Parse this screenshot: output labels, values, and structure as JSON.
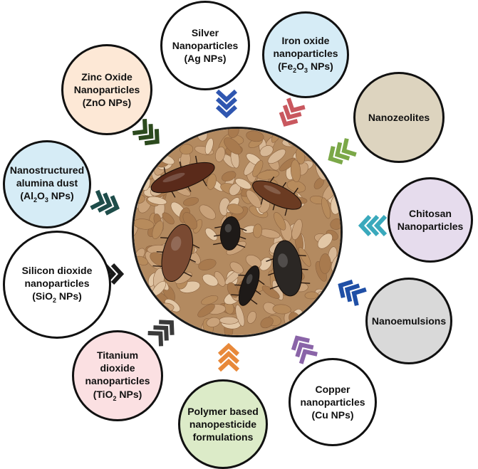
{
  "center": {
    "grain_colors": [
      "#c9a27a",
      "#b78b5c",
      "#d7b896",
      "#a87a4e",
      "#e2c7a6"
    ],
    "beetle_colors": [
      "#5a2a1a",
      "#1e1a18",
      "#7a4a32",
      "#2b2724",
      "#6b3b22"
    ]
  },
  "nodes": [
    {
      "id": "silver",
      "lines": [
        "Silver",
        "Nanoparticles",
        "(Ag NPs)"
      ],
      "fill": "#ffffff",
      "arrow": "#2f56b0"
    },
    {
      "id": "iron-oxide",
      "lines": [
        "Iron oxide",
        "nanoparticles",
        "(Fe|2|O|3| NPs)"
      ],
      "fill": "#d6ecf6",
      "arrow": "#c9585f"
    },
    {
      "id": "nanozeolites",
      "lines": [
        "Nanozeolites"
      ],
      "fill": "#ddd4bf",
      "arrow": "#7ba848"
    },
    {
      "id": "chitosan",
      "lines": [
        "Chitosan",
        "Nanoparticles"
      ],
      "fill": "#e6dced",
      "arrow": "#3aa9bc"
    },
    {
      "id": "nanoemulsions",
      "lines": [
        "Nanoemulsions"
      ],
      "fill": "#d9d9d9",
      "arrow": "#1f4fa6"
    },
    {
      "id": "copper",
      "lines": [
        "Copper",
        "nanoparticles",
        "(Cu NPs)"
      ],
      "fill": "#ffffff",
      "arrow": "#8a64a8"
    },
    {
      "id": "polymer",
      "lines": [
        "Polymer based",
        "nanopesticide",
        "formulations"
      ],
      "fill": "#dcebc8",
      "arrow": "#e8893a"
    },
    {
      "id": "titanium",
      "lines": [
        "Titanium",
        "dioxide",
        "nanoparticles",
        "(TiO|2| NPs)"
      ],
      "fill": "#fbe0e2",
      "arrow": "#3a3a3a"
    },
    {
      "id": "silicon",
      "lines": [
        "Silicon dioxide",
        "nanoparticles",
        "(SiO|2| NPs)"
      ],
      "fill": "#ffffff",
      "arrow": "#1a1a1a"
    },
    {
      "id": "alumina",
      "lines": [
        "Nanostructured",
        "alumina dust",
        "(Al|2|O|3| NPs)"
      ],
      "fill": "#d6ecf6",
      "arrow": "#1e4d4a"
    },
    {
      "id": "zinc-oxide",
      "lines": [
        "Zinc Oxide",
        "Nanoparticles",
        "(ZnO NPs)"
      ],
      "fill": "#fde8d6",
      "arrow": "#2c4a1e"
    }
  ]
}
